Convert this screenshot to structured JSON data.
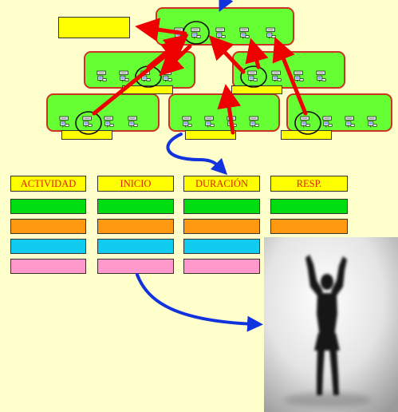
{
  "table": {
    "headers": [
      "ACTIVIDAD",
      "INICIO",
      "DURACIÓN",
      "RESP."
    ],
    "row_colors": [
      "#00dd11",
      "#ff9911",
      "#11ccee",
      "#ff99cc"
    ]
  },
  "colors": {
    "background": "#ffffcc",
    "group_fill": "#66ff33",
    "group_border": "#cc3322",
    "label_fill": "#ffff00",
    "red_arrow": "#ee0000",
    "blue_arrow": "#1133dd"
  },
  "icons": {
    "node": "computer-terminal-icon",
    "photo": "silhouette-person-arms-raised"
  }
}
